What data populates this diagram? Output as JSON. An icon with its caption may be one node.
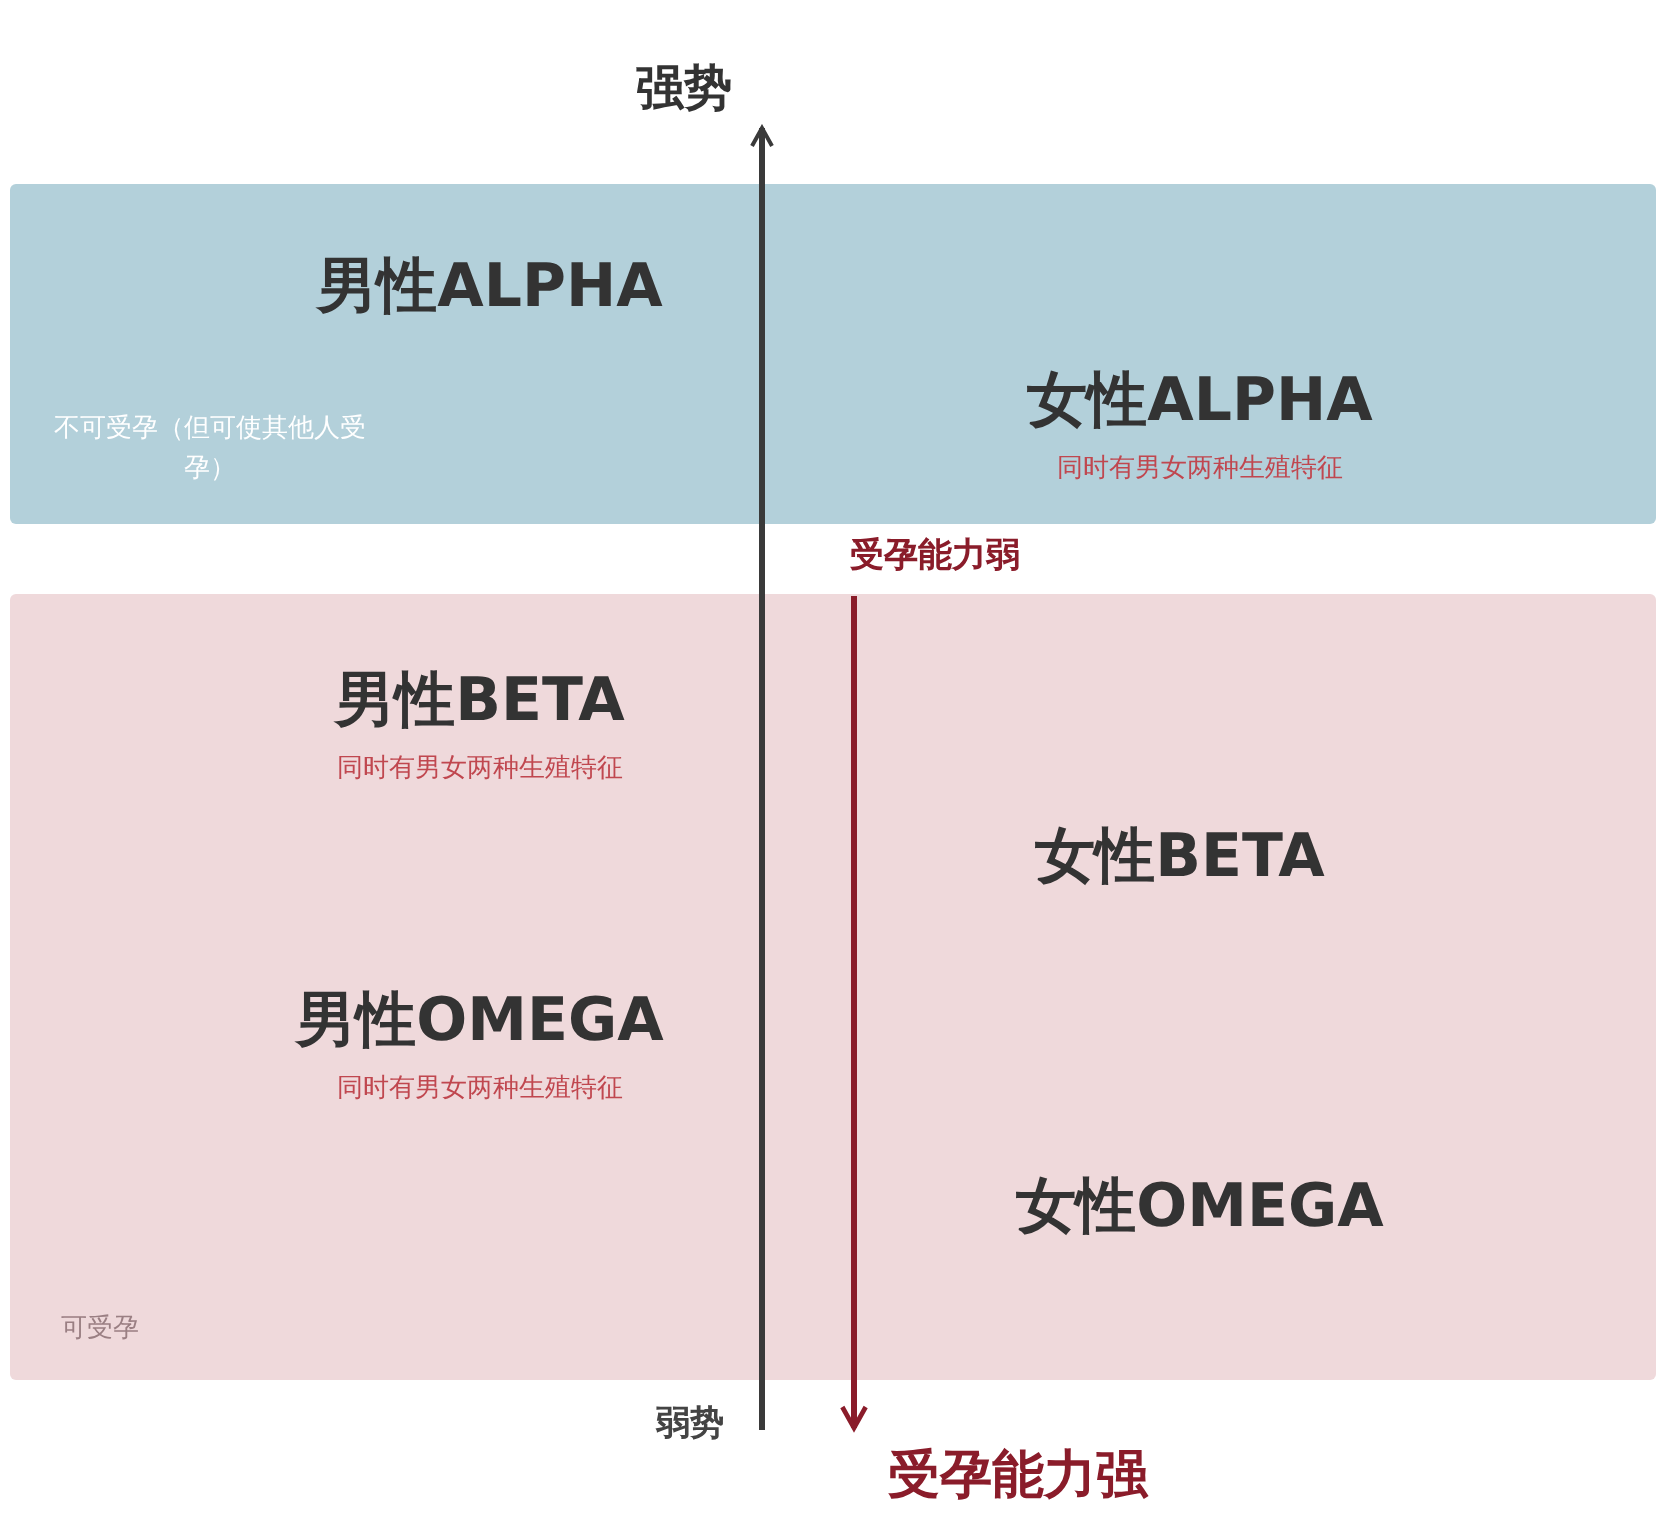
{
  "diagram": {
    "nodes": [
      {
        "text": [
          "不可受孕（但可使其他人受孕）"
        ]
      },
      {
        "text": [
          "男性ALPHA"
        ],
        "in": 0
      },
      {
        "text": [
          "女性ALPHA",
          "同时有男女两种生殖特征"
        ],
        "in": 0
      },
      {
        "text": [
          "可受孕"
        ]
      },
      {
        "text": [
          "男性BETA",
          "同时有男女两种生殖特征"
        ],
        "in": 3
      },
      {
        "text": [
          "男性OMEGA",
          "同时有男女两种生殖特征"
        ],
        "in": 3
      },
      {
        "text": [
          "女性BETA"
        ],
        "in": 3
      },
      {
        "text": [
          "女性OMEGA"
        ],
        "in": 3
      }
    ],
    "edges": [],
    "labels": [
      "强势",
      "受孕能力弱",
      "弱势",
      "受孕能力强"
    ]
  }
}
